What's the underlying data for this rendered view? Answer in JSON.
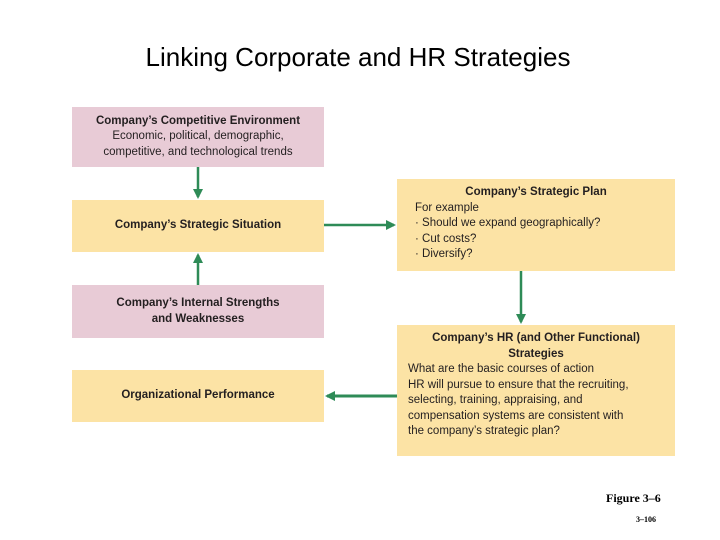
{
  "title": "Linking Corporate and HR Strategies",
  "boxes": {
    "competitive_environment": {
      "heading": "Company’s Competitive Environment",
      "lines": [
        "Economic, political, demographic,",
        "competitive, and technological trends"
      ]
    },
    "strategic_situation": {
      "heading": "Company’s Strategic Situation"
    },
    "internal_strengths": {
      "lines": [
        "Company’s Internal Strengths",
        "and Weaknesses"
      ]
    },
    "organizational_performance": {
      "heading": "Organizational Performance"
    },
    "strategic_plan": {
      "heading": "Company’s Strategic Plan",
      "lines": [
        "For example",
        "· Should we expand geographically?",
        "· Cut costs?",
        "· Diversify?"
      ]
    },
    "hr_strategies": {
      "heading_lines": [
        "Company’s HR (and Other Functional)",
        "Strategies"
      ],
      "lines": [
        "What are the basic courses of action",
        "HR will pursue to ensure that the recruiting,",
        "selecting, training, appraising, and",
        "compensation systems are consistent with",
        "the company’s strategic plan?"
      ]
    }
  },
  "figure_label": "Figure 3–6",
  "page_number": "3–106",
  "colors": {
    "pink": "#e8cbd6",
    "yellow": "#fce3a5",
    "arrow": "#2e8b57"
  }
}
